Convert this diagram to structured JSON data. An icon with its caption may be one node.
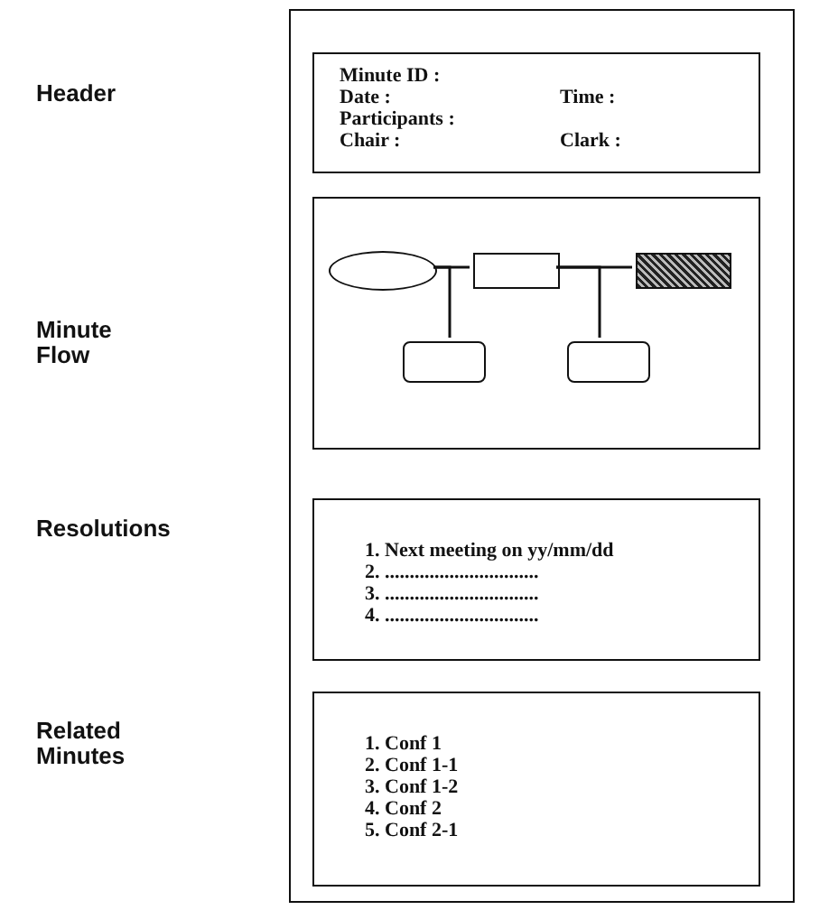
{
  "diagram": {
    "nodes": [
      {
        "text": [],
        "shape": "box"
      },
      {
        "text": [
          "Minute ID :",
          "Date :",
          "Time :",
          "Participants :",
          "Chair :",
          "Clark :"
        ],
        "in": 0
      },
      {
        "text": [],
        "shape": "box",
        "in": 0
      },
      {
        "text": [],
        "shape": "ellipse",
        "in": 2
      },
      {
        "text": [],
        "shape": "box",
        "in": 2
      },
      {
        "text": [],
        "shape": "box",
        "in": 2
      },
      {
        "text": [],
        "shape": "box",
        "in": 2
      },
      {
        "text": [],
        "shape": "box",
        "in": 2
      },
      {
        "text": [
          "1. Next meeting on yy/mm/dd",
          "2. ...............................",
          "3. ...............................",
          "4. ..............................."
        ],
        "in": 0
      },
      {
        "text": [
          "1. Conf 1",
          "2. Conf 1-1",
          "3. Conf 1-2",
          "4. Conf 2",
          "5. Conf 2-1"
        ],
        "in": 0
      }
    ],
    "edges": [
      {
        "from": 3,
        "to": 4,
        "arrow": "none"
      },
      {
        "from": 3,
        "to": 6,
        "arrow": "none"
      },
      {
        "from": 4,
        "to": 5,
        "arrow": "none"
      },
      {
        "from": 4,
        "to": 7,
        "arrow": "none"
      }
    ],
    "labels": [
      "Header",
      "Minute Flow",
      "Resolutions",
      "Related Minutes"
    ]
  }
}
